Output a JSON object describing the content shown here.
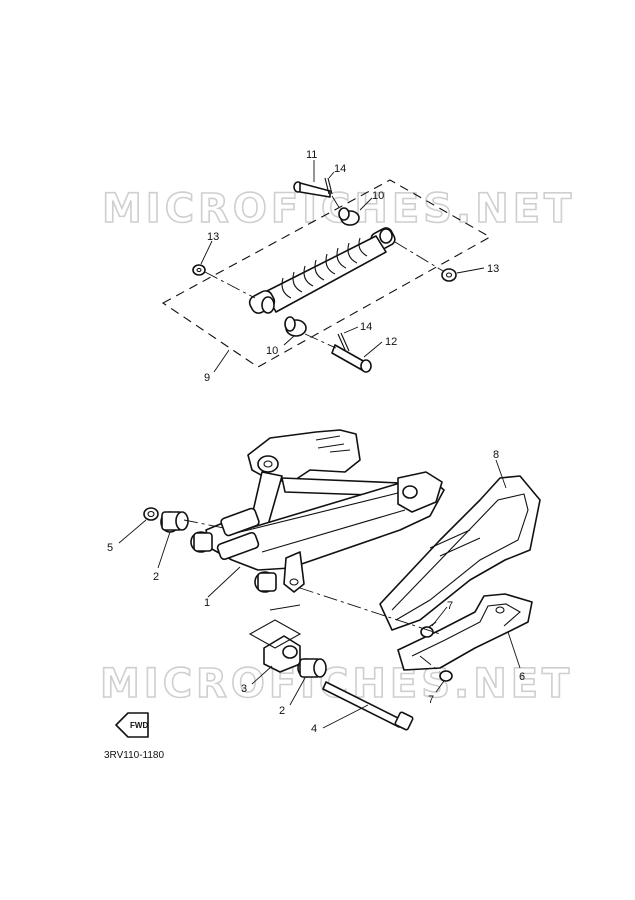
{
  "watermark": "MICROFICHES.NET",
  "diagram_code": "3RV110-1180",
  "fwd_label": "FWD",
  "callouts": {
    "c1": "1",
    "c2a": "2",
    "c2b": "2",
    "c3": "3",
    "c4": "4",
    "c5": "5",
    "c6": "6",
    "c7a": "7",
    "c7b": "7",
    "c8": "8",
    "c9": "9",
    "c10a": "10",
    "c10b": "10",
    "c11": "11",
    "c12": "12",
    "c13a": "13",
    "c13b": "13",
    "c14a": "14",
    "c14b": "14"
  }
}
